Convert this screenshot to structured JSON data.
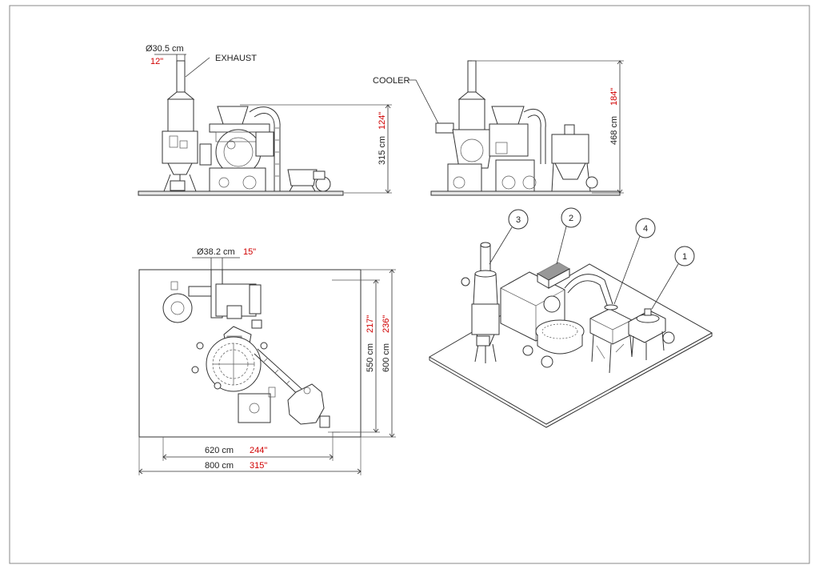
{
  "colors": {
    "imperial": "#d00000",
    "line": "#333333",
    "frame": "#888888"
  },
  "view_front": {
    "exhaust_dia_metric": "Ø30.5 cm",
    "exhaust_dia_imperial": "12\"",
    "exhaust_label": "EXHAUST",
    "height_metric": "315 cm",
    "height_imperial": "124\""
  },
  "view_side": {
    "cooler_label": "COOLER",
    "height_metric": "468 cm",
    "height_imperial": "184\""
  },
  "view_top": {
    "chimney_dia_metric": "Ø38.2 cm",
    "chimney_dia_imperial": "15\"",
    "depth_inner_metric": "550 cm",
    "depth_inner_imperial": "217\"",
    "depth_outer_metric": "600 cm",
    "depth_outer_imperial": "236\"",
    "width_inner_metric": "620 cm",
    "width_inner_imperial": "244\"",
    "width_outer_metric": "800 cm",
    "width_outer_imperial": "315\""
  },
  "view_iso": {
    "callouts": [
      "3",
      "2",
      "4",
      "1"
    ]
  }
}
